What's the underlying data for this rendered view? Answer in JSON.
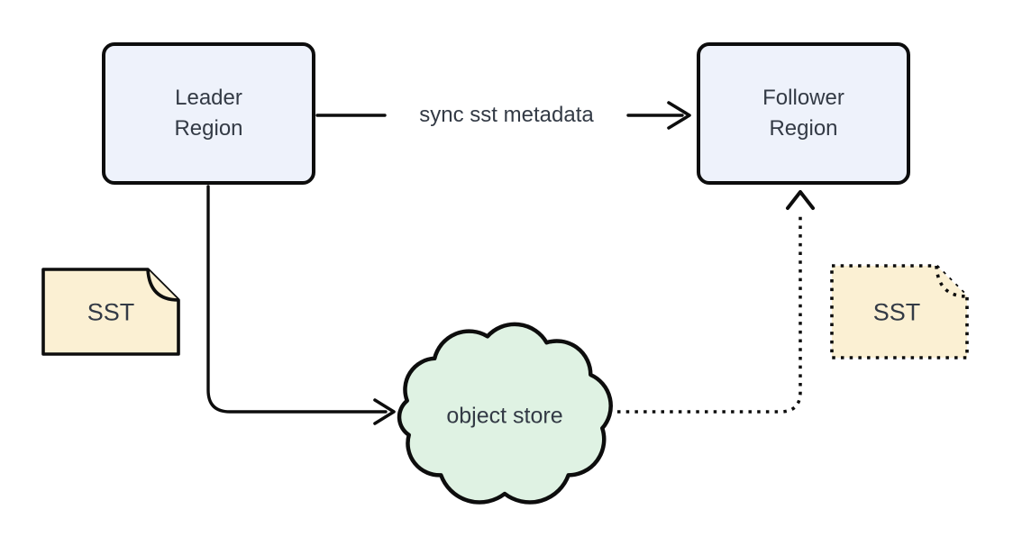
{
  "diagram": {
    "nodes": {
      "leader_region": {
        "lines": [
          "Leader",
          "Region"
        ]
      },
      "follower_region": {
        "lines": [
          "Follower",
          "Region"
        ]
      },
      "object_store": {
        "label": "object store"
      },
      "sst_left": {
        "label": "SST"
      },
      "sst_right": {
        "label": "SST"
      }
    },
    "edges": {
      "sync_metadata": {
        "label": "sync sst metadata"
      }
    },
    "colors": {
      "background": "#ffffff",
      "stroke": "#0d0d0d",
      "text": "#333a45",
      "region_fill": "#eef2fb",
      "cloud_fill": "#dff2e3",
      "note_fill": "#fbf0d3"
    }
  }
}
